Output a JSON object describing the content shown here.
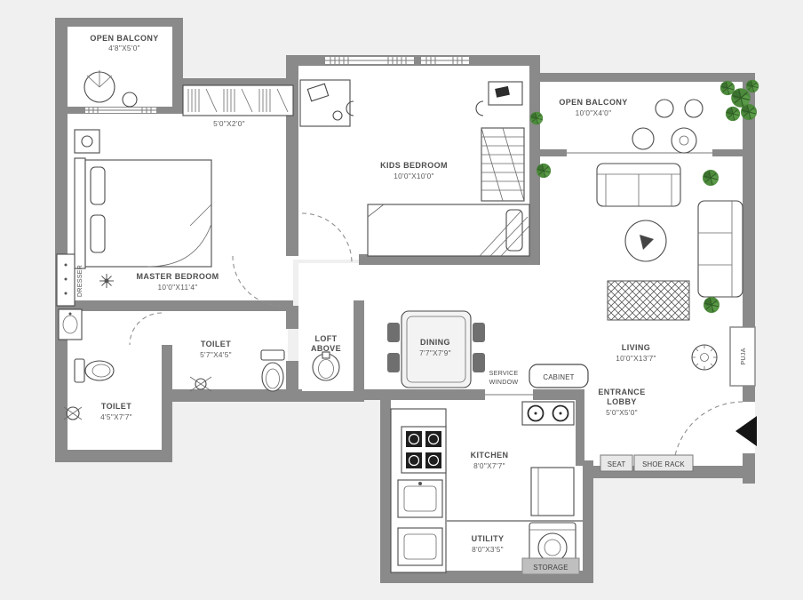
{
  "labels": {
    "balcony_tl": {
      "name": "OPEN BALCONY",
      "size": "4'8\"X5'0\""
    },
    "wardrobe_master": {
      "size": "5'0\"X2'0\""
    },
    "kids_bedroom": {
      "name": "KIDS BEDROOM",
      "size": "10'0\"X10'0\""
    },
    "balcony_tr": {
      "name": "OPEN BALCONY",
      "size": "10'0\"X4'0\""
    },
    "master_bedroom": {
      "name": "MASTER BEDROOM",
      "size": "10'0\"X11'4\""
    },
    "dresser": "DRESSER",
    "toilet_common": {
      "name": "TOILET",
      "size": "5'7\"X4'5\""
    },
    "toilet_master": {
      "name": "TOILET",
      "size": "4'5\"X7'7\""
    },
    "loft": {
      "line1": "LOFT",
      "line2": "ABOVE"
    },
    "dining": {
      "name": "DINING",
      "size": "7'7\"X7'9\""
    },
    "service_window": {
      "line1": "SERVICE",
      "line2": "WINDOW"
    },
    "cabinet": "CABINET",
    "living": {
      "name": "LIVING",
      "size": "10'0\"X13'7\""
    },
    "entrance_lobby": {
      "line1": "ENTRANCE",
      "line2": "LOBBY",
      "size": "5'0\"X5'0\""
    },
    "puja": "PUJA",
    "seat": "SEAT",
    "shoe_rack": "SHOE RACK",
    "kitchen": {
      "name": "KITCHEN",
      "size": "8'0\"X7'7\""
    },
    "utility": {
      "name": "UTILITY",
      "size": "8'0\"X3'5\""
    },
    "storage": "STORAGE"
  },
  "colors": {
    "wall": "#8a8a8a",
    "floor": "#ffffff",
    "canvas": "#f0f0f0",
    "plant": "#4d8a3c",
    "arrow": "#151515"
  }
}
